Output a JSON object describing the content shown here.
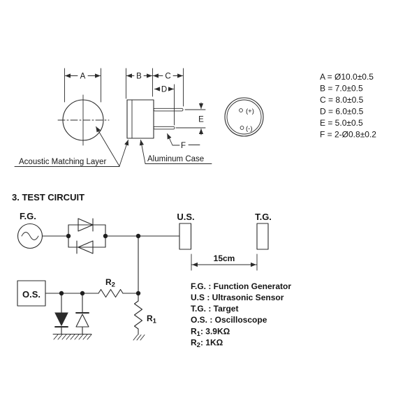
{
  "colors": {
    "ink": "#1f1f1f",
    "line": "#2b2b2b",
    "bg": "#ffffff"
  },
  "section_drawing": {
    "dim_letters": {
      "a": "A",
      "b": "B",
      "c": "C",
      "d": "D",
      "e": "E",
      "f": "F"
    },
    "pin_labels": {
      "plus": "(+)",
      "minus": "(-)"
    },
    "callouts": {
      "matching_layer": "Acoustic Matching Layer",
      "aluminum_case": "Aluminum Case"
    },
    "dim_table": [
      "A = Ø10.0±0.5",
      "B = 7.0±0.5",
      "C = 8.0±0.5",
      "D = 6.0±0.5",
      "E = 5.0±0.5",
      "F = 2-Ø0.8±0.2"
    ]
  },
  "test_circuit": {
    "heading": "3. TEST CIRCUIT",
    "fg_label": "F.G.",
    "us_label": "U.S.",
    "tg_label": "T.G.",
    "os_label": "O.S.",
    "distance_label": "15cm",
    "r1_label": {
      "base": "R",
      "sub": "1"
    },
    "r2_label": {
      "base": "R",
      "sub": "2"
    },
    "legend": {
      "fg": "F.G. : Function Generator",
      "us": "U.S : Ultrasonic Sensor",
      "tg": "T.G. : Target",
      "os": "O.S. : Oscilloscope",
      "r1": {
        "base": "R",
        "sub": "1",
        "rest": ": 3.9KΩ"
      },
      "r2": {
        "base": "R",
        "sub": "2",
        "rest": ": 1KΩ"
      }
    }
  }
}
